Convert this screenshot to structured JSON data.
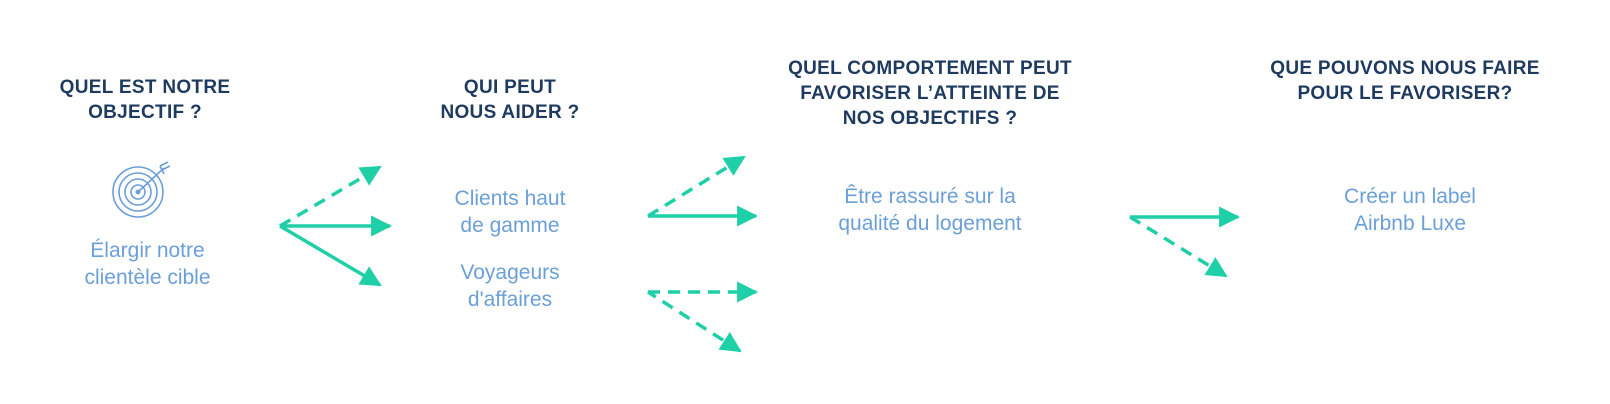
{
  "columns": [
    {
      "heading_lines": [
        "QUEL EST NOTRE",
        "OBJECTIF ?"
      ],
      "items": [
        {
          "lines": [
            "Élargir notre",
            "clientèle cible"
          ]
        }
      ],
      "icon": "target-icon"
    },
    {
      "heading_lines": [
        "QUI PEUT",
        "NOUS AIDER ?"
      ],
      "items": [
        {
          "lines": [
            "Clients haut",
            "de gamme"
          ]
        },
        {
          "lines": [
            "Voyageurs",
            "d'affaires"
          ]
        }
      ]
    },
    {
      "heading_lines": [
        "QUEL COMPORTEMENT PEUT",
        "FAVORISER L’ATTEINTE DE",
        "NOS OBJECTIFS ?"
      ],
      "items": [
        {
          "lines": [
            "Être rassuré sur la",
            "qualité du logement"
          ]
        }
      ]
    },
    {
      "heading_lines": [
        "QUE POUVONS NOUS FAIRE",
        "POUR LE FAVORISER?"
      ],
      "items": [
        {
          "lines": [
            "Créer un label",
            "Airbnb Luxe"
          ]
        }
      ]
    }
  ],
  "colors": {
    "heading": "#1f3a5f",
    "text": "#6b9fd8",
    "arrow": "#1fcfa7"
  },
  "arrow_styles": [
    "solid",
    "dashed"
  ]
}
